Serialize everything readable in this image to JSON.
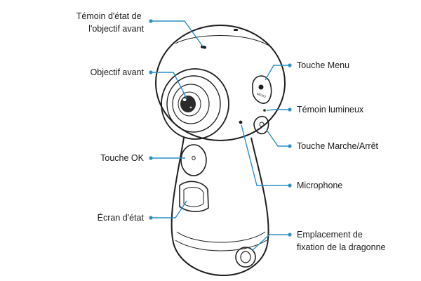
{
  "labels": {
    "front_lens_status_line1": "Témoin d'état de",
    "front_lens_status_line2": "l'objectif avant",
    "front_lens": "Objectif avant",
    "ok_key": "Touche OK",
    "status_screen": "Écran d'état",
    "menu_key": "Touche Menu",
    "indicator_light": "Témoin lumineux",
    "power_key": "Touche Marche/Arrêt",
    "microphone": "Microphone",
    "strap_line1": "Emplacement de",
    "strap_line2": "fixation de la dragonne"
  },
  "device_markings": {
    "menu_button_text": "MENU"
  },
  "colors": {
    "leader_line": "#2a8fc4",
    "outline": "#1e1e1e",
    "text": "#1a1a1a"
  }
}
